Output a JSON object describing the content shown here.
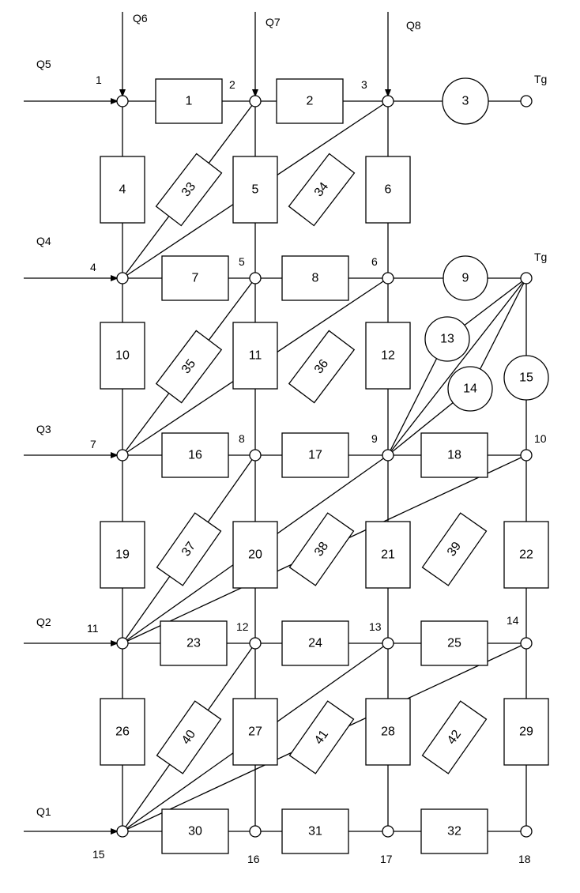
{
  "diagram": {
    "nodes": [
      "1",
      "2",
      "3",
      "4",
      "5",
      "6",
      "7",
      "8",
      "9",
      "10",
      "11",
      "12",
      "13",
      "14",
      "15",
      "16",
      "17",
      "18"
    ],
    "terminal_labels": [
      "Tg",
      "Tg"
    ],
    "source_labels": [
      "Q1",
      "Q2",
      "Q3",
      "Q4",
      "Q5",
      "Q6",
      "Q7",
      "Q8"
    ],
    "elements": {
      "horizontal": [
        "1",
        "2",
        "7",
        "8",
        "16",
        "17",
        "18",
        "23",
        "24",
        "25",
        "30",
        "31",
        "32"
      ],
      "vertical": [
        "4",
        "5",
        "6",
        "10",
        "11",
        "12",
        "19",
        "20",
        "21",
        "22",
        "26",
        "27",
        "28",
        "29"
      ],
      "diagonal": [
        "33",
        "34",
        "35",
        "36",
        "37",
        "38",
        "39",
        "40",
        "41",
        "42"
      ],
      "circles": [
        "3",
        "9",
        "13",
        "14",
        "15"
      ]
    }
  }
}
